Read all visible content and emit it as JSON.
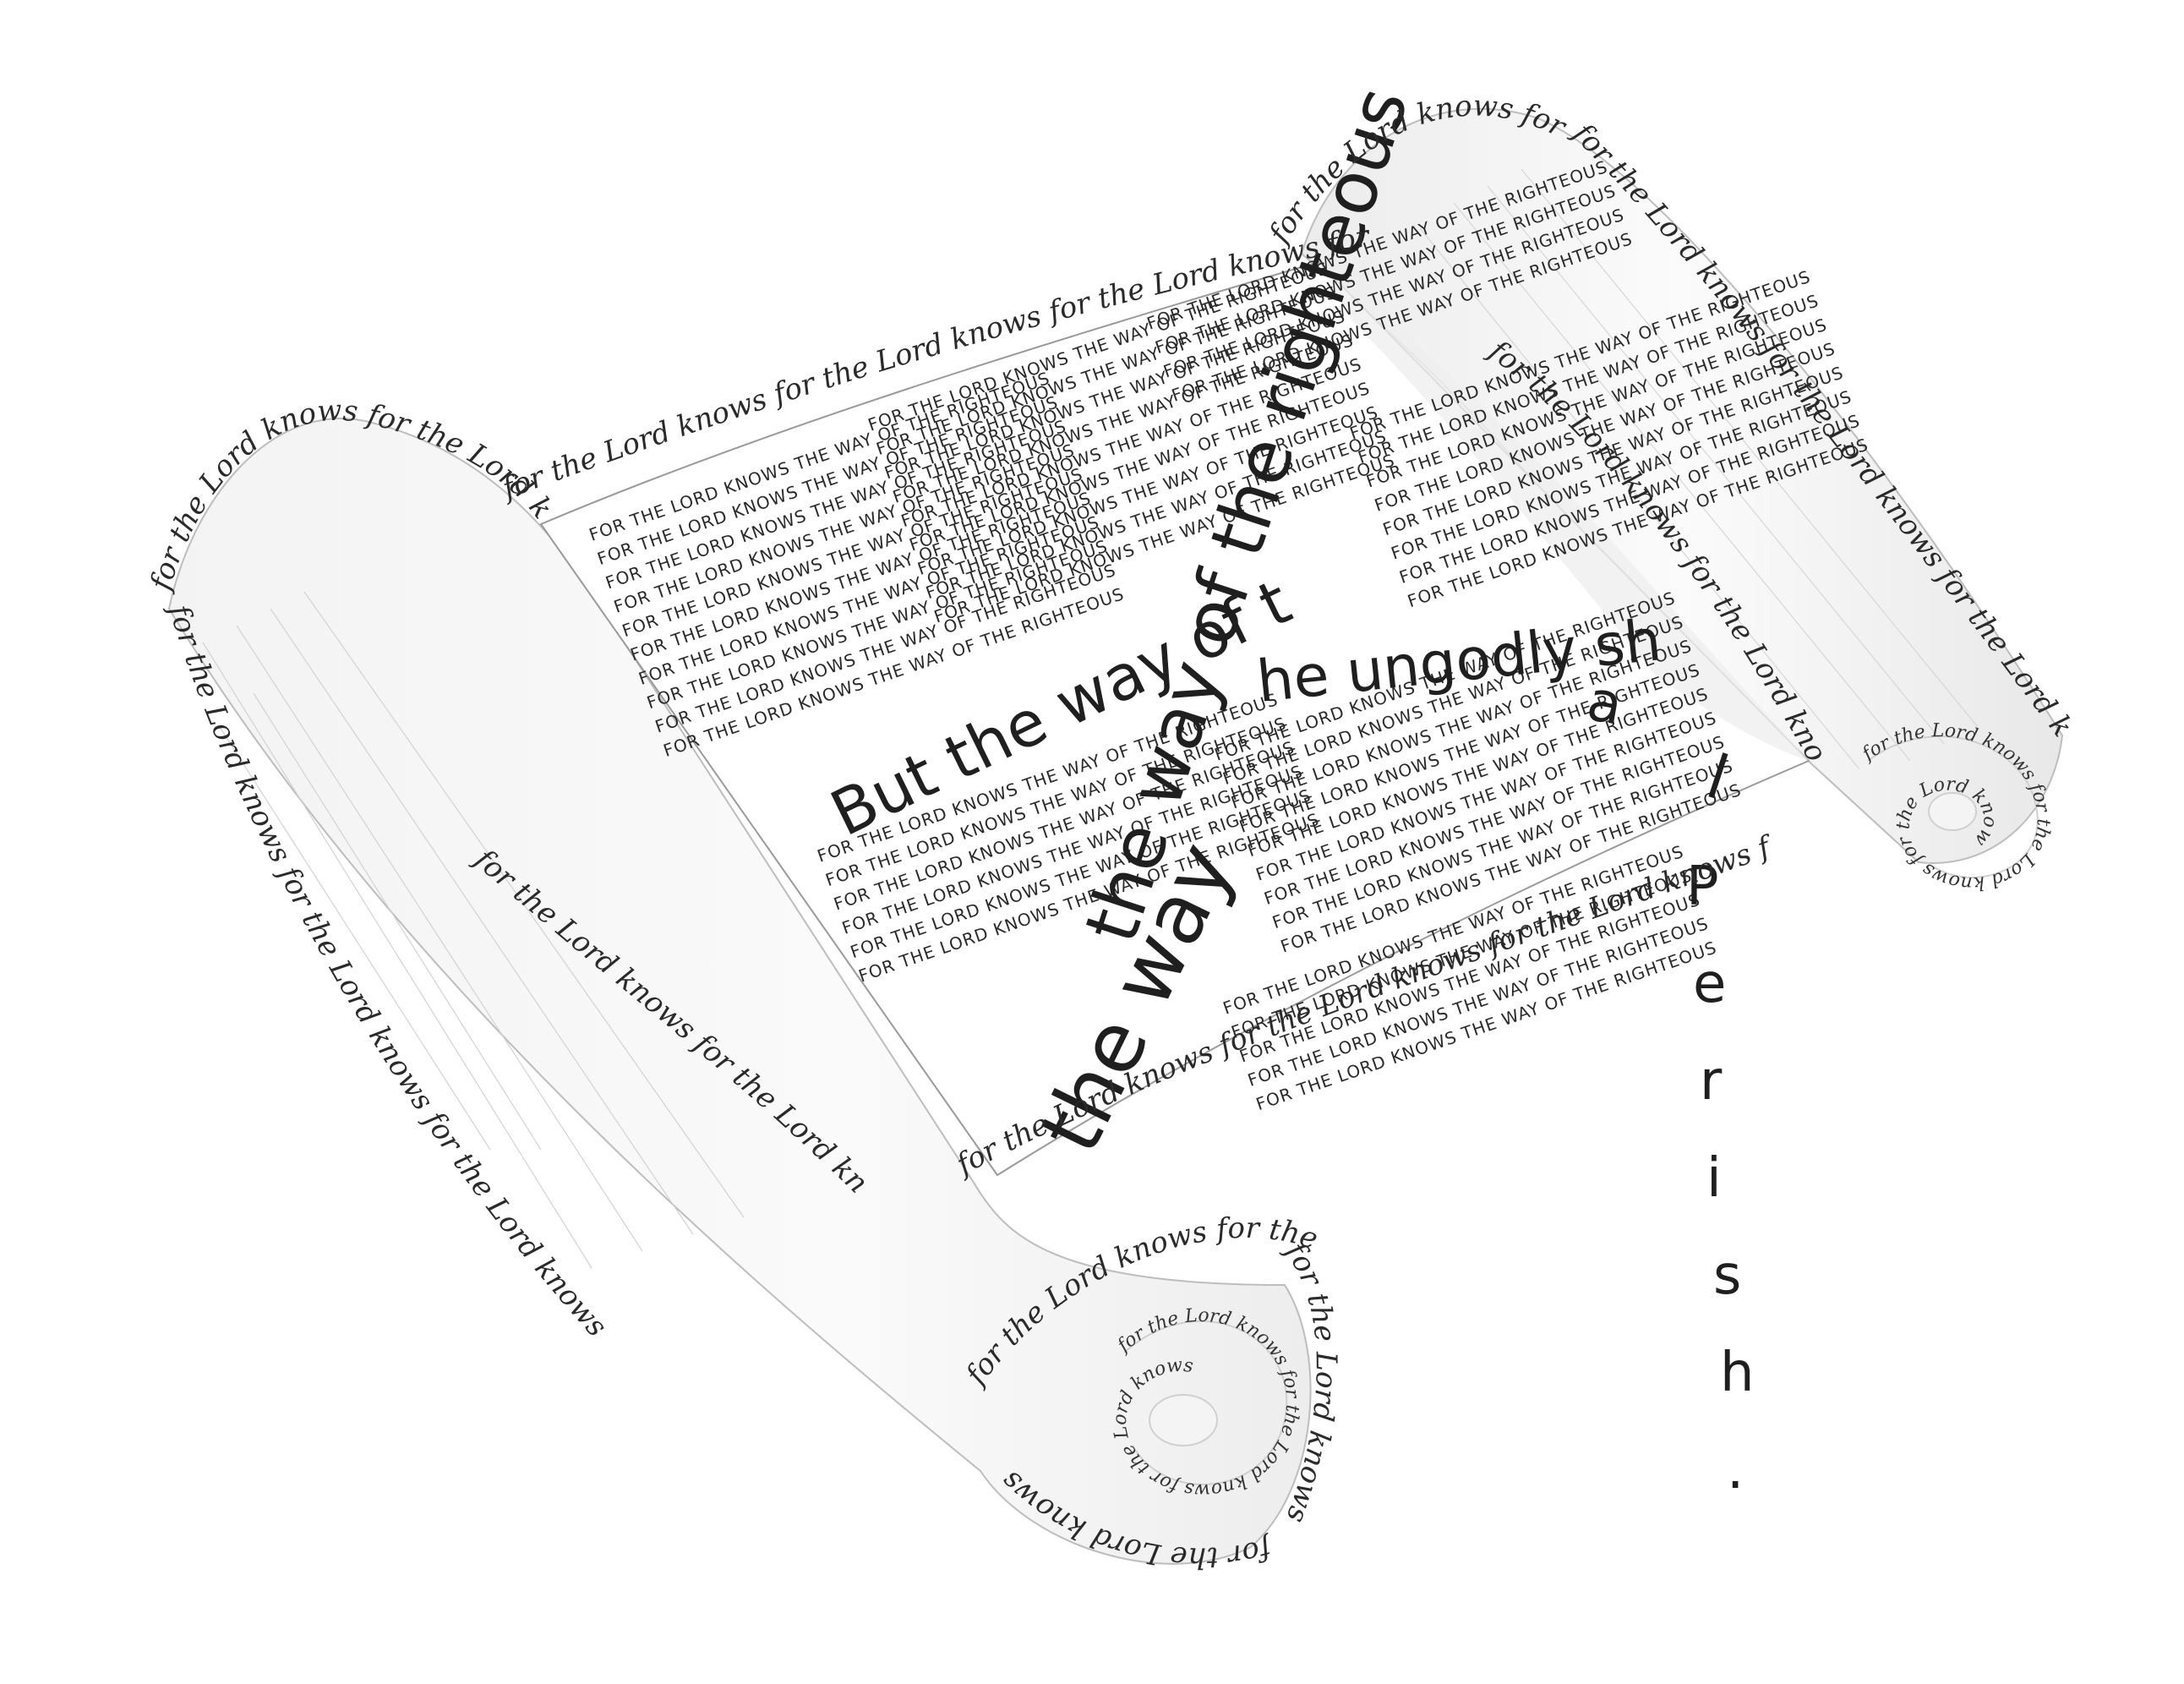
{
  "artwork": {
    "border_phrase": "for the Lord knows",
    "body_text_line": "FOR THE LORD KNOWS THE WAY OF THE RIGHTEOUS",
    "verse": {
      "part_1": "But the way of t",
      "part_2": "he ungodly sh",
      "part_3": "a",
      "part_4": "l",
      "part_5": "the way of the righteous",
      "part_6": "the way",
      "part_7": "Perish."
    }
  }
}
